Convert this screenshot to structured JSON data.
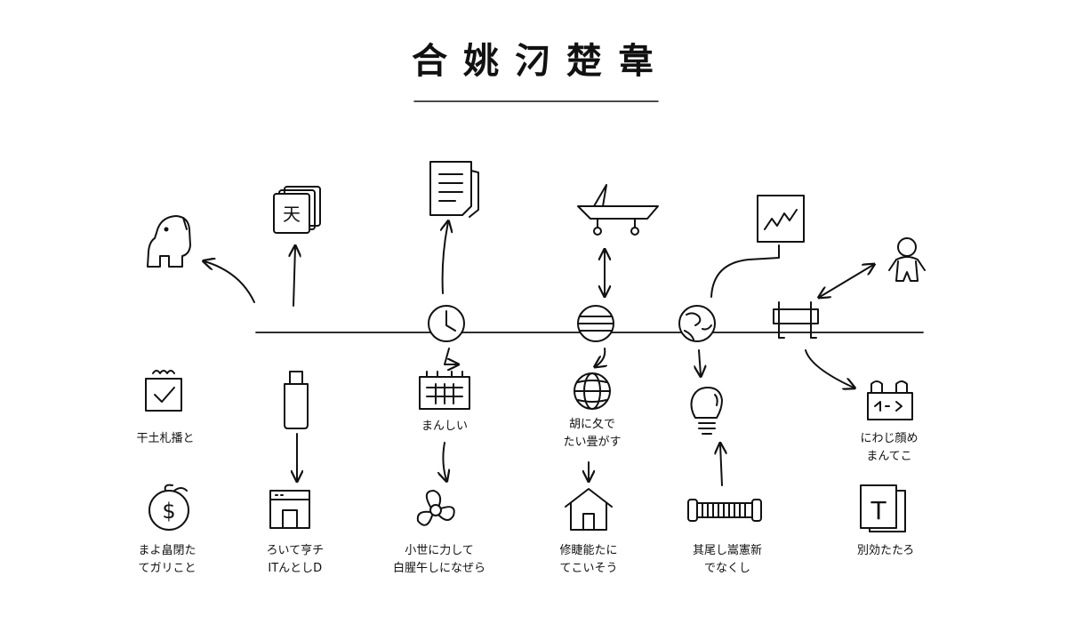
{
  "title": "合 姚 汈 楚 韋",
  "icon_label_text": "天",
  "top_labels": {},
  "labels": [
    {
      "id": "l1",
      "lines": [
        "干土札播と"
      ]
    },
    {
      "id": "l2",
      "lines": [
        "まんしい"
      ]
    },
    {
      "id": "l3",
      "lines": [
        "胡に夂で",
        "たい畳がす"
      ]
    },
    {
      "id": "l4",
      "lines": [
        "にわじ顔め",
        "まんてこ"
      ]
    },
    {
      "id": "l5",
      "lines": [
        "まよ畠閉た",
        "てガリこと"
      ]
    },
    {
      "id": "l6",
      "lines": [
        "ろいて亨チ",
        "ITんとしD"
      ]
    },
    {
      "id": "l7",
      "lines": [
        "小世に力して",
        "白腥午しになぜら"
      ]
    },
    {
      "id": "l8",
      "lines": [
        "修睫能たに",
        "てこいそう"
      ]
    },
    {
      "id": "l9",
      "lines": [
        "其尾し嵩憲新",
        "でなくし"
      ]
    },
    {
      "id": "l10",
      "lines": [
        "別効たたろ"
      ]
    }
  ],
  "icons": {
    "card_letter": "天",
    "text_t": "T",
    "dollar": "$"
  }
}
